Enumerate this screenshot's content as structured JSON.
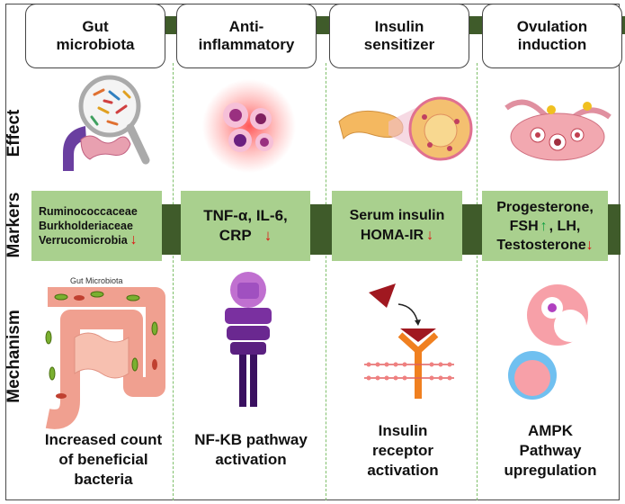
{
  "row_labels": {
    "effect": "Effect",
    "markers": "Markers",
    "mechanism": "Mechanism"
  },
  "columns": [
    {
      "header": "Gut\nmicrobiota",
      "marker_lines": [
        "Ruminococcaceae",
        "Burkholderiaceae",
        "Verrucomicrobia"
      ],
      "mechanism": "Increased count\nof beneficial\nbacteria",
      "image_label": "Gut Microbiota"
    },
    {
      "header": "Anti-\ninflammatory",
      "marker_lines": [
        "TNF-α, IL-6,",
        "CRP"
      ],
      "mechanism": "NF-KB pathway\nactivation"
    },
    {
      "header": "Insulin\nsensitizer",
      "marker_lines": [
        "Serum insulin",
        "HOMA-IR"
      ],
      "mechanism": "Insulin\nreceptor\nactivation"
    },
    {
      "header": "Ovulation\ninduction",
      "marker_lines": [
        "Progesterone,",
        "FSH",
        ", LH,",
        "Testosterone"
      ],
      "mechanism": "AMPK\nPathway\nupregulation"
    }
  ],
  "colors": {
    "up_arrow": "#10a040",
    "down_arrow": "#e01010",
    "marker_fill": "#a9d08e",
    "connector": "#3f5b2a"
  }
}
